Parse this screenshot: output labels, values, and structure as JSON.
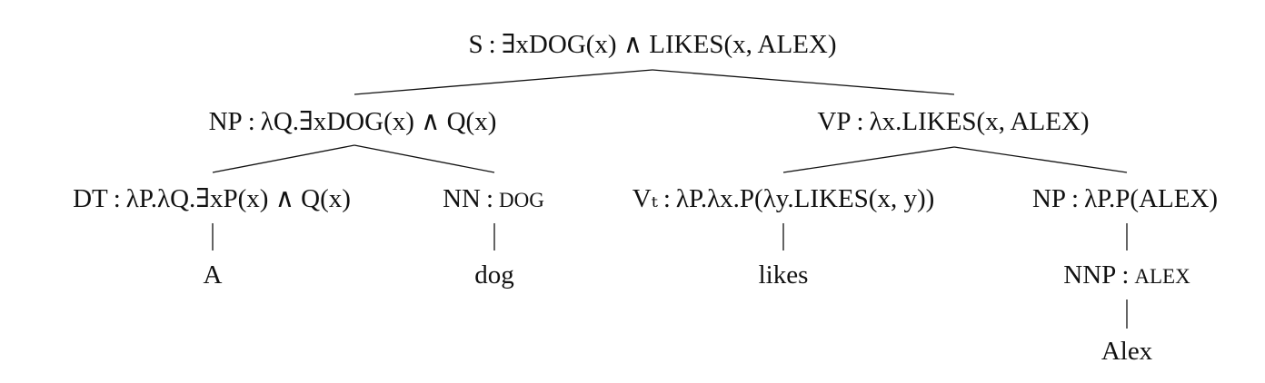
{
  "tree": {
    "separator": ":",
    "nodes": {
      "s": {
        "label": "S",
        "semantics": "∃xDOG(x) ∧ LIKES(x, ALEX)"
      },
      "np1": {
        "label": "NP",
        "semantics": "λQ.∃xDOG(x) ∧ Q(x)"
      },
      "vp": {
        "label": "VP",
        "semantics": "λx.LIKES(x, ALEX)"
      },
      "dt": {
        "label": "DT",
        "semantics": "λP.λQ.∃xP(x) ∧ Q(x)"
      },
      "nn": {
        "label": "NN",
        "semantics": "DOG"
      },
      "vt": {
        "label": "Vₜ",
        "semantics": "λP.λx.P(λy.LIKES(x, y))"
      },
      "np2": {
        "label": "NP",
        "semantics": "λP.P(ALEX)"
      },
      "nnp": {
        "label": "NNP",
        "semantics": "ALEX"
      }
    },
    "words": {
      "a": "A",
      "dog": "dog",
      "likes": "likes",
      "alex": "Alex"
    }
  }
}
